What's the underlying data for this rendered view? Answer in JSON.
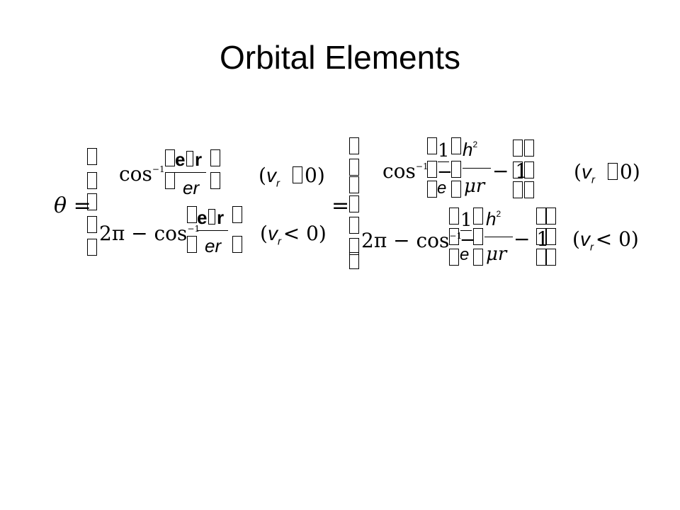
{
  "slide": {
    "title": "Orbital Elements"
  },
  "equation_left": {
    "lhs": "θ =",
    "case1": {
      "func": "cos",
      "power": "−1",
      "num_e": "e",
      "num_r": "r",
      "den": "er",
      "cond_open": "(",
      "cond_var": "v",
      "cond_sub": "r",
      "cond_val": "0)"
    },
    "case2": {
      "prefix": "2π − cos",
      "power": "−1",
      "num_e": "e",
      "num_r": "r",
      "den": "er",
      "cond_open": "(",
      "cond_var": "v",
      "cond_sub": "r",
      "cond_rel": "< 0)"
    }
  },
  "equation_right": {
    "lhs": "=",
    "case1": {
      "func": "cos",
      "power": "−1",
      "one": "1",
      "h": "h",
      "h_exp": "2",
      "e": "e",
      "mu_r": "μr",
      "minus_one": "− 1",
      "cond_open": "(",
      "cond_var": "v",
      "cond_sub": "r",
      "cond_val": "0)"
    },
    "case2": {
      "prefix": "2π − cos",
      "power": "−1",
      "one": "1",
      "h": "h",
      "h_exp": "2",
      "e": "e",
      "mu_r": "μr",
      "minus_one": "− 1",
      "cond_open": "(",
      "cond_var": "v",
      "cond_sub": "r",
      "cond_rel": "< 0)"
    }
  }
}
